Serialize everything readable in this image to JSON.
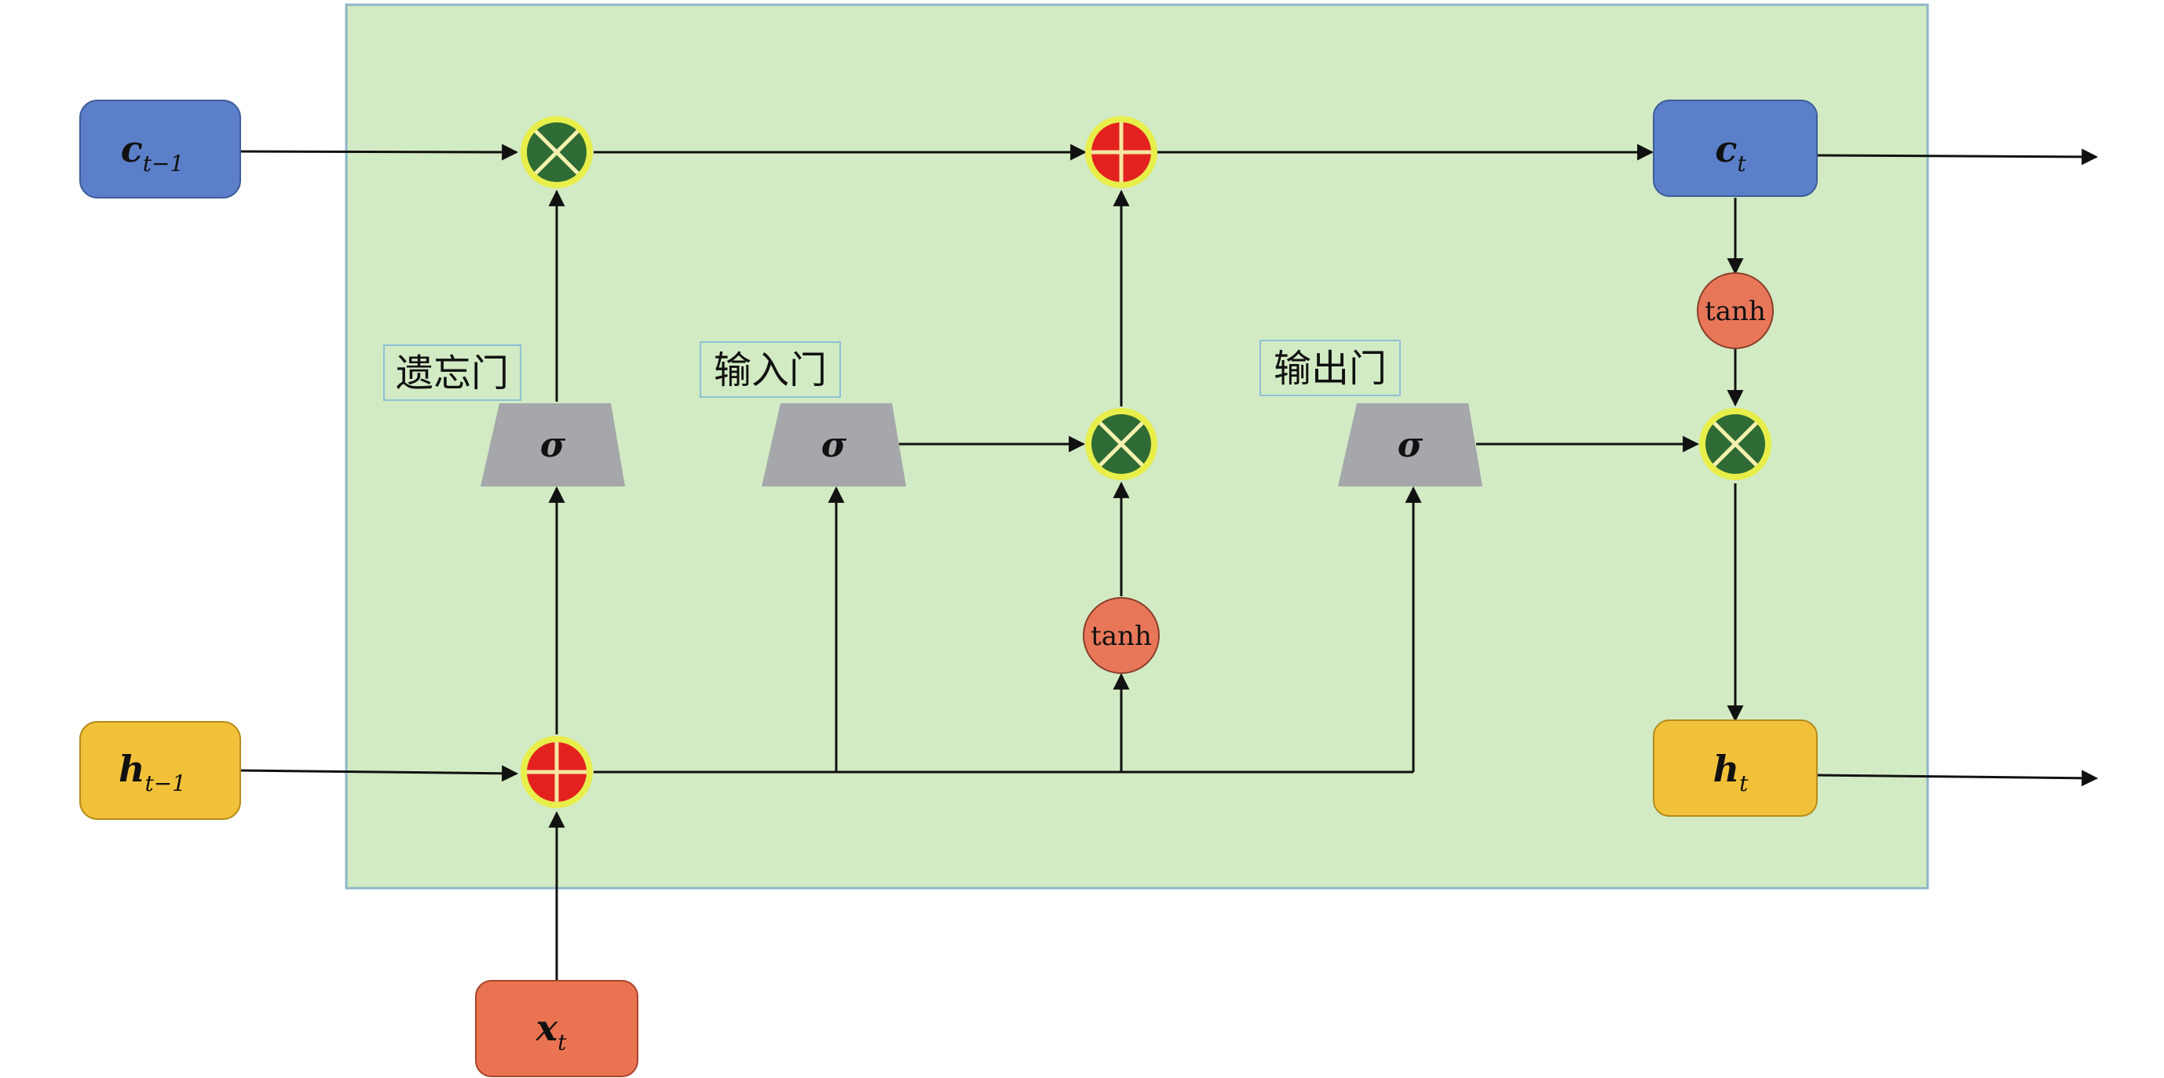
{
  "labels": {
    "c_prev_main": "c",
    "c_prev_sub": "t−1",
    "h_prev_main": "h",
    "h_prev_sub": "t−1",
    "x_main": "x",
    "x_sub": "t",
    "c_t_main": "c",
    "c_t_sub": "t",
    "h_t_main": "h",
    "h_t_sub": "t",
    "sigma": "σ",
    "tanh": "tanh",
    "forget_gate": "遗忘门",
    "input_gate": "输入门",
    "output_gate": "输出门"
  },
  "colors": {
    "cell_background": "#d2ebc4",
    "cell_border": "#8fb6c8",
    "cell_state_box": "#5b7fc8",
    "hidden_state_box": "#f2c13a",
    "input_box": "#ea7352",
    "sigmoid_gate": "#a5a7ab",
    "tanh_node": "#e8775a",
    "multiply_node": "#2f6b34",
    "add_node": "#e3221f",
    "node_ring": "#e8ee4a"
  },
  "icons": {
    "multiply": "circled-times-icon",
    "add": "circled-plus-icon"
  }
}
